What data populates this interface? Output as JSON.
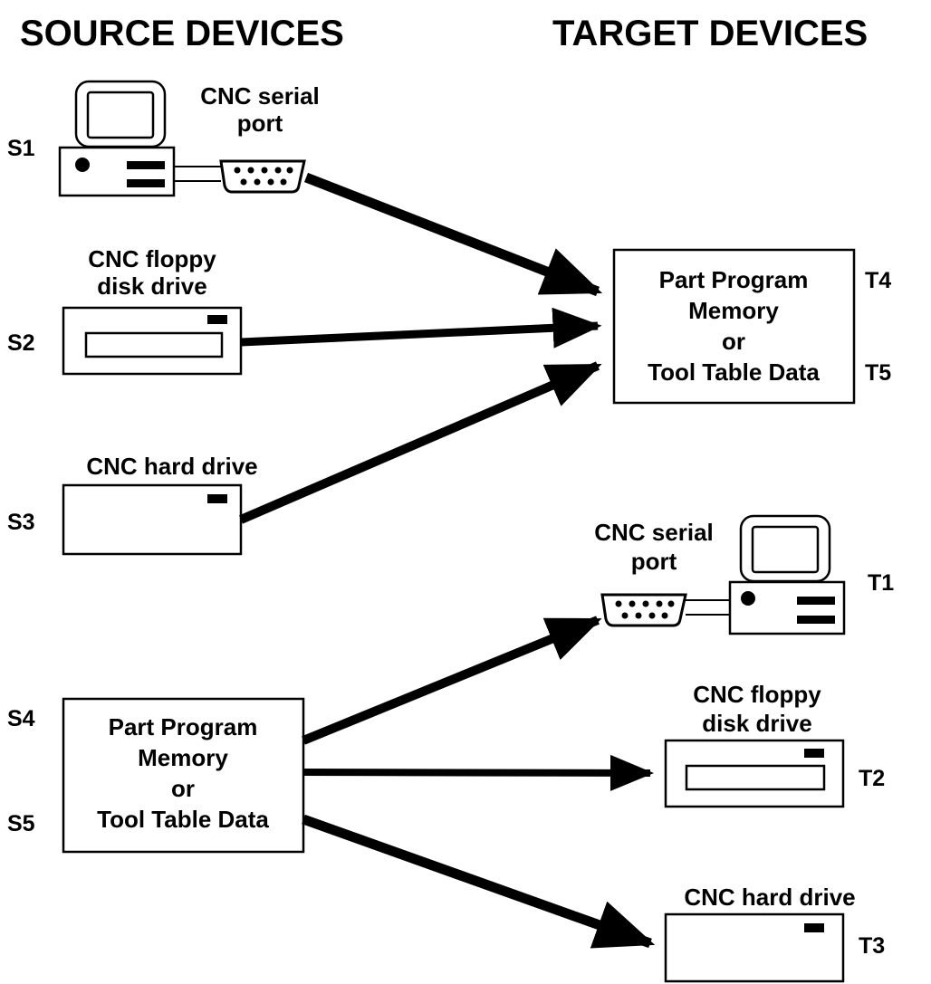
{
  "headers": {
    "source": "SOURCE DEVICES",
    "target": "TARGET DEVICES"
  },
  "source": {
    "s1": {
      "id": "S1",
      "label_line1": "CNC serial",
      "label_line2": "port"
    },
    "s2": {
      "id": "S2",
      "label_line1": "CNC floppy",
      "label_line2": "disk drive"
    },
    "s3": {
      "id": "S3",
      "label": "CNC hard drive"
    },
    "s45": {
      "id_a": "S4",
      "id_b": "S5",
      "lines": [
        "Part Program",
        "Memory",
        "or",
        "Tool Table Data"
      ]
    }
  },
  "target": {
    "t45": {
      "id_a": "T4",
      "id_b": "T5",
      "lines": [
        "Part Program",
        "Memory",
        "or",
        "Tool Table Data"
      ]
    },
    "t1": {
      "id": "T1",
      "label_line1": "CNC serial",
      "label_line2": "port"
    },
    "t2": {
      "id": "T2",
      "label_line1": "CNC floppy",
      "label_line2": "disk drive"
    },
    "t3": {
      "id": "T3",
      "label": "CNC hard drive"
    }
  }
}
